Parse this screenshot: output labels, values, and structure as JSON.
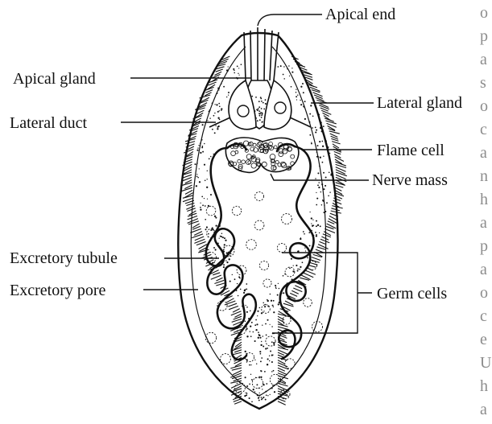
{
  "labels": {
    "apical_end": "Apical end",
    "apical_gland": "Apical gland",
    "lateral_gland": "Lateral gland",
    "lateral_duct": "Lateral duct",
    "flame_cell": "Flame cell",
    "nerve_mass": "Nerve mass",
    "excretory_tubule": "Excretory tubule",
    "excretory_pore": "Excretory pore",
    "germ_cells": "Germ cells"
  },
  "background_text_fragments": [
    "o",
    "p",
    "a",
    "s",
    "o",
    "c",
    "a",
    "n",
    "h",
    "a",
    "p",
    "a",
    "o",
    "c",
    "e",
    "U",
    "h",
    "a"
  ],
  "colors": {
    "ink": "#111111",
    "bleed_text": "#8c8c8c",
    "paper": "#ffffff"
  }
}
